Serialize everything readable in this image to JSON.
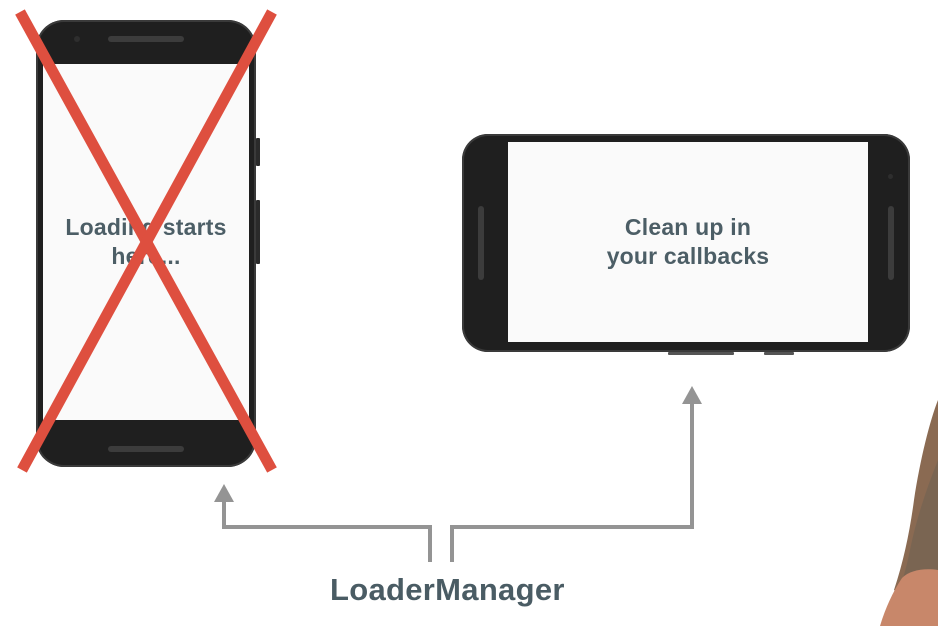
{
  "left_phone": {
    "screen_text": "Loading starts here...",
    "crossed_out": true
  },
  "right_phone": {
    "screen_text_line1": "Clean up in",
    "screen_text_line2": "your callbacks"
  },
  "label": "LoaderManager",
  "colors": {
    "cross": "#de4f3f",
    "arrow": "#949494",
    "text": "#4c5e66",
    "phone_body": "#1f1f1f"
  }
}
